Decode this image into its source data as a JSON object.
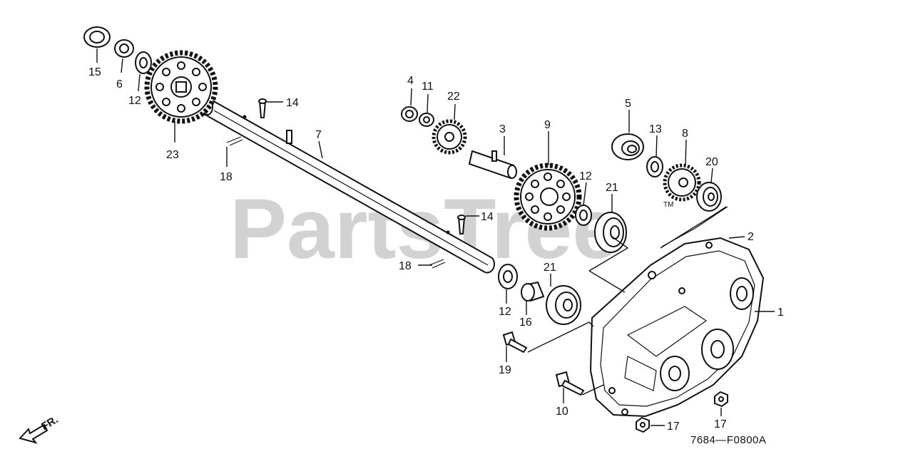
{
  "watermark": "PartsTree",
  "watermark_tm": "TM",
  "direction_label": "FR.",
  "diagram_code": "7684—F0800A",
  "callouts": [
    {
      "id": "c1",
      "text": "1"
    },
    {
      "id": "c2",
      "text": "2"
    },
    {
      "id": "c3",
      "text": "3"
    },
    {
      "id": "c4",
      "text": "4"
    },
    {
      "id": "c5",
      "text": "5"
    },
    {
      "id": "c6",
      "text": "6"
    },
    {
      "id": "c7",
      "text": "7"
    },
    {
      "id": "c8",
      "text": "8"
    },
    {
      "id": "c9",
      "text": "9"
    },
    {
      "id": "c10",
      "text": "10"
    },
    {
      "id": "c11",
      "text": "11"
    },
    {
      "id": "c12a",
      "text": "12"
    },
    {
      "id": "c12b",
      "text": "12"
    },
    {
      "id": "c12c",
      "text": "12"
    },
    {
      "id": "c13",
      "text": "13"
    },
    {
      "id": "c14a",
      "text": "14"
    },
    {
      "id": "c14b",
      "text": "14"
    },
    {
      "id": "c15",
      "text": "15"
    },
    {
      "id": "c16",
      "text": "16"
    },
    {
      "id": "c17a",
      "text": "17"
    },
    {
      "id": "c17b",
      "text": "17"
    },
    {
      "id": "c18a",
      "text": "18"
    },
    {
      "id": "c18b",
      "text": "18"
    },
    {
      "id": "c19",
      "text": "19"
    },
    {
      "id": "c20",
      "text": "20"
    },
    {
      "id": "c21a",
      "text": "21"
    },
    {
      "id": "c21b",
      "text": "21"
    },
    {
      "id": "c22",
      "text": "22"
    },
    {
      "id": "c23",
      "text": "23"
    }
  ]
}
